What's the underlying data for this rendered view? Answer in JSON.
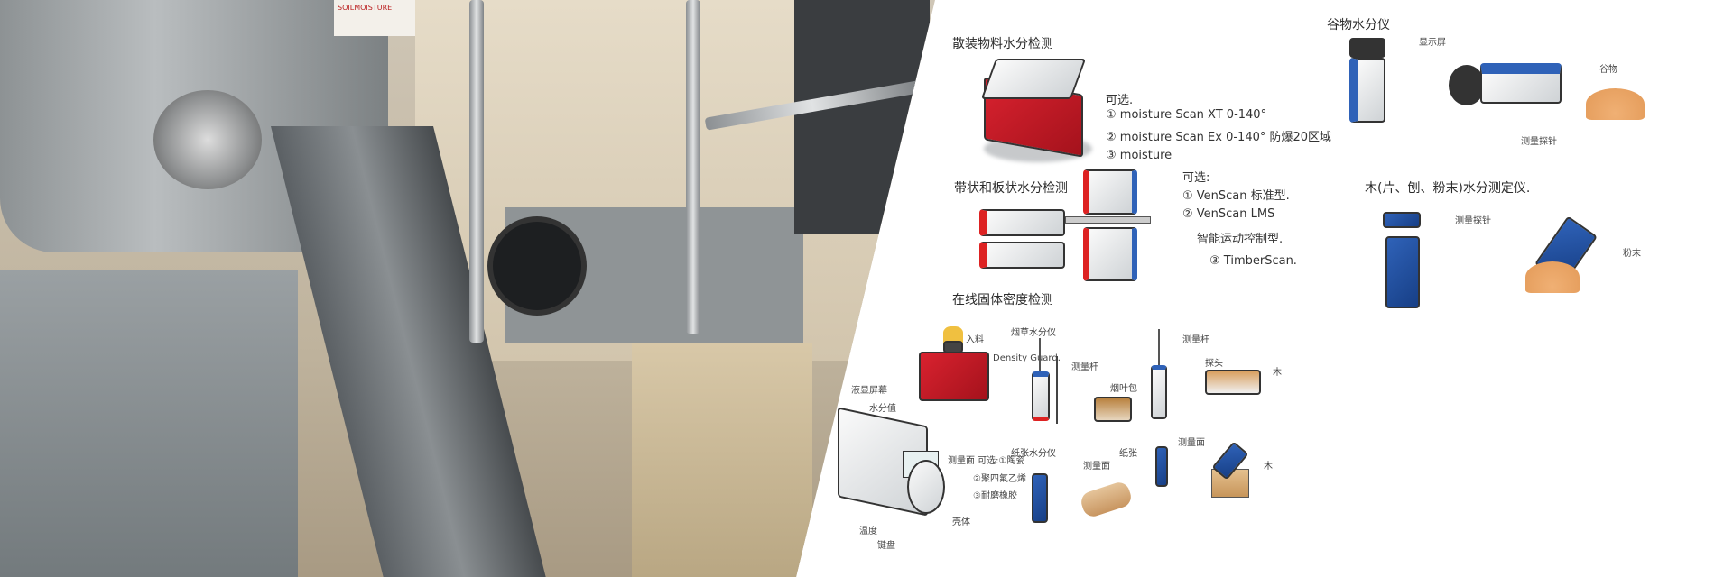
{
  "photo": {
    "label": "SOILMOISTURE"
  },
  "sketch": {
    "bulk": {
      "title": "散装物料水分检测",
      "options_title": "可选.",
      "options": [
        "① moisture Scan XT  0-140°",
        "② moisture Scan Ex  0-140° 防爆20区域",
        "③ moisture"
      ]
    },
    "strip": {
      "title": "带状和板状水分检测",
      "options_title": "可选:",
      "options": [
        "① VenScan 标准型.",
        "② VenScan LMS",
        "智能运动控制型.",
        "③ TimberScan."
      ]
    },
    "grain": {
      "title": "谷物水分仪",
      "display": "显示屏",
      "material": "谷物",
      "probe": "测量探针"
    },
    "wood": {
      "title": "木(片、刨、粉末)水分测定仪.",
      "probe": "测量探针",
      "powder": "粉末"
    },
    "density": {
      "title": "在线固体密度检测",
      "inlet": "入料",
      "product": "Density Guard.",
      "lcd": "液显屏幕",
      "moisture_value": "水分值",
      "surface": "测量面 可选:①陶瓷",
      "opt2": "②聚四氟乙烯",
      "opt3": "③耐磨橡胶",
      "housing": "壳体",
      "temp": "温度",
      "keyboard": "键盘"
    },
    "tobacco": {
      "title": "烟草水分仪",
      "rod": "测量杆",
      "package": "烟叶包",
      "rod2": "测量杆",
      "probe": "探头",
      "wood": "木"
    },
    "paper": {
      "title": "纸张水分仪",
      "surface": "测量面",
      "paper": "纸张",
      "surface2": "测量面",
      "wood": "木"
    }
  }
}
